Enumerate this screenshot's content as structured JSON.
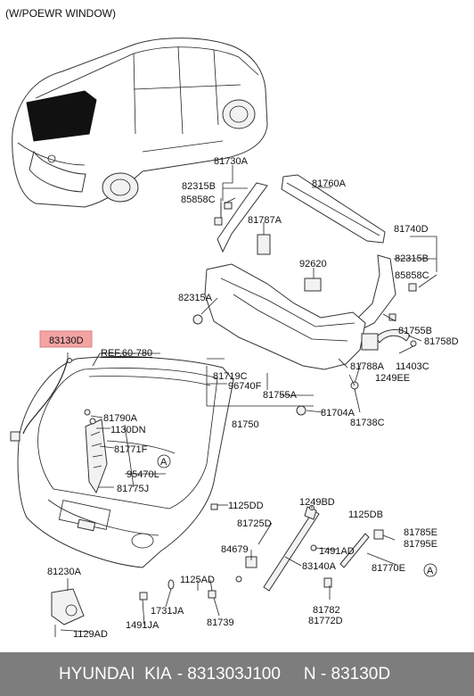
{
  "header_note": "(W/POEWR WINDOW)",
  "highlighted_part": "83130D",
  "ref_label": "REF.60-780",
  "labels": {
    "p81730A": "81730A",
    "p82315B_l": "82315B",
    "p85858C_l": "85858C",
    "p81760A": "81760A",
    "p81787A": "81787A",
    "p81740D": "81740D",
    "p82315B_r": "82315B",
    "p85858C_r": "85858C",
    "p92620": "92620",
    "p82315A": "82315A",
    "p81755B": "81755B",
    "p81758D": "81758D",
    "p11403C": "11403C",
    "p81788A": "81788A",
    "p1249EE": "1249EE",
    "p81719C": "81719C",
    "p96740F": "96740F",
    "p81755A": "81755A",
    "p81704A": "81704A",
    "p81750": "81750",
    "p81738C": "81738C",
    "p81790A": "81790A",
    "p1130DN": "1130DN",
    "p81771F": "81771F",
    "p95470L": "95470L",
    "p81775J": "81775J",
    "pA1": "A",
    "p1125DD": "1125DD",
    "p1249BD": "1249BD",
    "p1125DB": "1125DB",
    "p81725D": "81725D",
    "p81785E": "81785E",
    "p81795E": "81795E",
    "p84679": "84679",
    "p1491AD": "1491AD",
    "p83140A": "83140A",
    "p81770E": "81770E",
    "pA2": "A",
    "p81230A": "81230A",
    "p1125AD": "1125AD",
    "p1731JA": "1731JA",
    "p81782": "81782",
    "p81772D": "81772D",
    "p81739": "81739",
    "p1491JA": "1491JA",
    "p1129AD": "1129AD"
  },
  "footer": {
    "brand": "HYUNDAI  KIA",
    "part_number": "- 831303J100",
    "oem": "N - 83130D"
  },
  "colors": {
    "highlight": "#f4a3a3",
    "footer_bg": "#7d7d7d"
  }
}
